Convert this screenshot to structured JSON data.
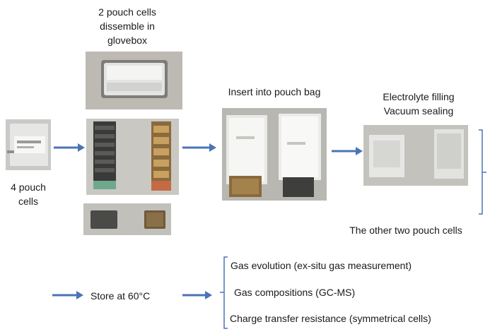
{
  "labels": {
    "disassemble": [
      "2 pouch cells",
      "dissemble in",
      "glovebox"
    ],
    "start": [
      "4 pouch",
      "cells"
    ],
    "insert": "Insert into pouch bag",
    "filling": [
      "Electrolyte filling",
      "Vacuum sealing"
    ],
    "other_two": "The other two pouch cells",
    "store": "Store  at 60°C",
    "outcomes": [
      "Gas evolution (ex-situ gas measurement)",
      "Gas compositions (GC-MS)",
      "Charge transfer resistance (symmetrical cells)"
    ]
  },
  "colors": {
    "arrow": "#4a74b4",
    "bracket": "#4a74b4",
    "text": "#1a1a1a"
  }
}
